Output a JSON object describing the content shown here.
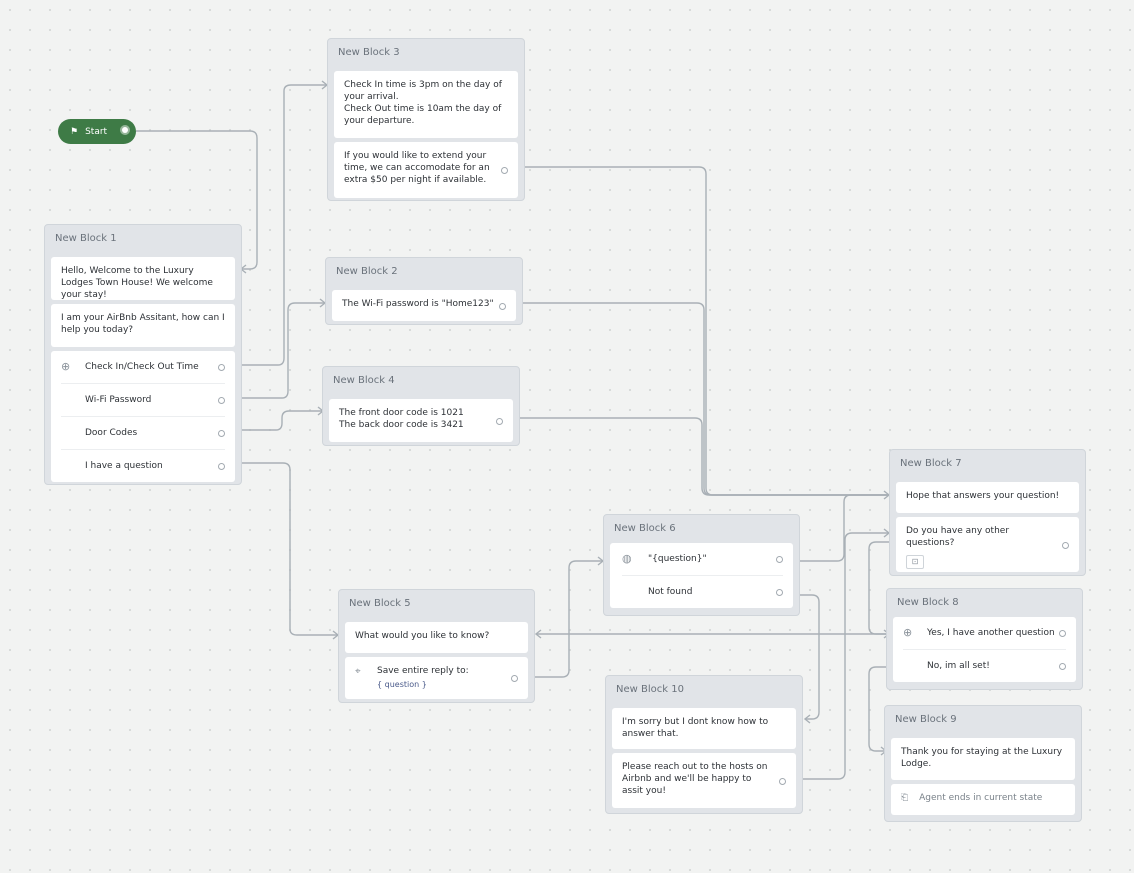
{
  "start": {
    "label": "Start"
  },
  "block1": {
    "title": "New Block 1",
    "messages": [
      "Hello, Welcome to the Luxury Lodges Town House! We welcome your stay!",
      "I am your AirBnb Assitant, how can I help you today?"
    ],
    "choices": [
      "Check In/Check Out Time",
      "Wi-Fi Password",
      "Door Codes",
      "I have a question"
    ]
  },
  "block2": {
    "title": "New Block 2",
    "message": "The Wi-Fi password is \"Home123\""
  },
  "block3": {
    "title": "New Block 3",
    "messages": [
      "Check In time is 3pm on the day of your arrival.\nCheck Out time is 10am the day of your departure.",
      "If you would like to extend your time, we can accomodate for an extra $50 per night if available."
    ]
  },
  "block4": {
    "title": "New Block 4",
    "message": "The front door code is 1021\nThe back door code is 3421"
  },
  "block5": {
    "title": "New Block 5",
    "message": "What would you like to know?",
    "capture_label": "Save entire reply to:",
    "capture_var": "{ question }"
  },
  "block6": {
    "title": "New Block 6",
    "choices": [
      "\"{question}\"",
      "Not found"
    ]
  },
  "block7": {
    "title": "New Block 7",
    "messages": [
      "Hope that answers your question!",
      "Do you have any other questions?"
    ]
  },
  "block8": {
    "title": "New Block 8",
    "choices": [
      "Yes, I have another question",
      "No, im all set!"
    ]
  },
  "block9": {
    "title": "New Block 9",
    "message": "Thank you for staying at the Luxury Lodge.",
    "end_label": "Agent ends in current state"
  },
  "block10": {
    "title": "New Block 10",
    "messages": [
      "I'm sorry but I dont know how to answer that.",
      "Please reach out to the hosts on Airbnb and we'll be happy to assit you!"
    ]
  },
  "icons": {
    "start": "flag-icon",
    "intent": "intent-icon",
    "capture": "capture-icon",
    "global": "globe-icon",
    "end": "exit-icon"
  },
  "colors": {
    "start_pill": "#3e7b46",
    "block_bg": "#e1e4e8",
    "canvas": "#f2f3f2",
    "link": "#a9b0b6"
  }
}
